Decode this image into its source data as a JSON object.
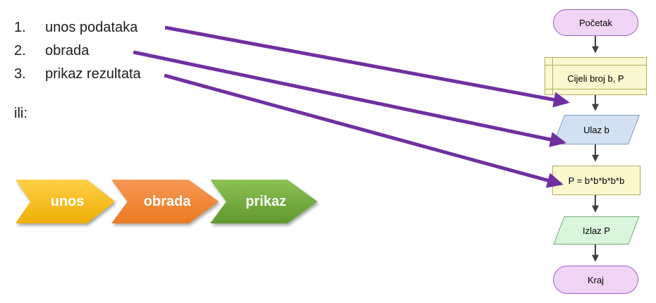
{
  "list": {
    "items": [
      {
        "number": "1.",
        "label": "unos podataka"
      },
      {
        "number": "2.",
        "label": "obrada"
      },
      {
        "number": "3.",
        "label": "prikaz rezultata"
      }
    ],
    "or_label": "ili:"
  },
  "chevrons": [
    {
      "label": "unos",
      "color_top": "#FECF45",
      "color_bottom": "#EEAE07"
    },
    {
      "label": "obrada",
      "color_top": "#F79753",
      "color_bottom": "#EB7A22"
    },
    {
      "label": "prikaz",
      "color_top": "#8CC153",
      "color_bottom": "#5F9830"
    }
  ],
  "flowchart": {
    "start_label": "Početak",
    "declare_label": "Cijeli broj b, P",
    "input_label": "Ulaz b",
    "process_label": "P = b*b*b*b*b",
    "output_label": "Izlaz P",
    "end_label": "Kraj"
  },
  "colors": {
    "callout_arrow": "#7030A0",
    "connector": "#3F3F3F",
    "terminal_fill": "#F0D5F7",
    "terminal_border": "#A05CC5",
    "yellow_fill": "#FBF8D0",
    "yellow_border": "#B2AC5E",
    "input_fill": "#D3E0F2",
    "input_border": "#7E9BC6",
    "output_fill": "#D9F5DC",
    "output_border": "#74A874",
    "text": "#1c1c1c"
  }
}
